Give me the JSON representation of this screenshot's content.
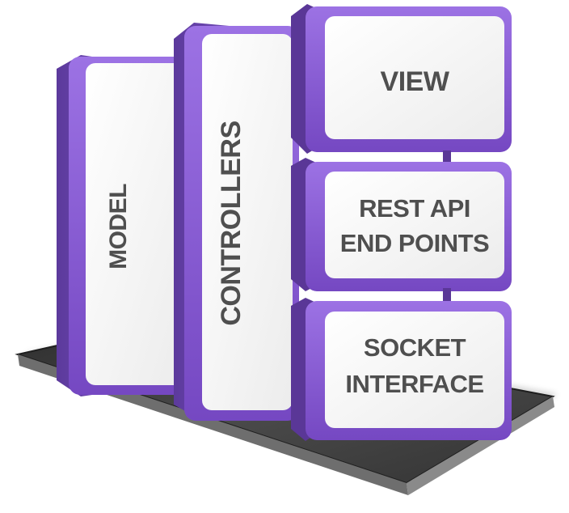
{
  "diagram": {
    "layers": {
      "model": {
        "label": "MODEL"
      },
      "controllers": {
        "label": "CONTROLLERS"
      },
      "view": {
        "label": "VIEW"
      },
      "rest_api": {
        "line1": "REST API",
        "line2": "END POINTS"
      },
      "socket": {
        "line1": "SOCKET",
        "line2": "INTERFACE"
      }
    },
    "colors": {
      "frame": "#7a4fc4",
      "frame_light": "#9b72e0",
      "frame_dark": "#4e2f86",
      "panel": "#ffffff",
      "text": "#4f4f4f",
      "base_top": "#3d3d3d",
      "base_edge": "#7a7a7a"
    }
  }
}
